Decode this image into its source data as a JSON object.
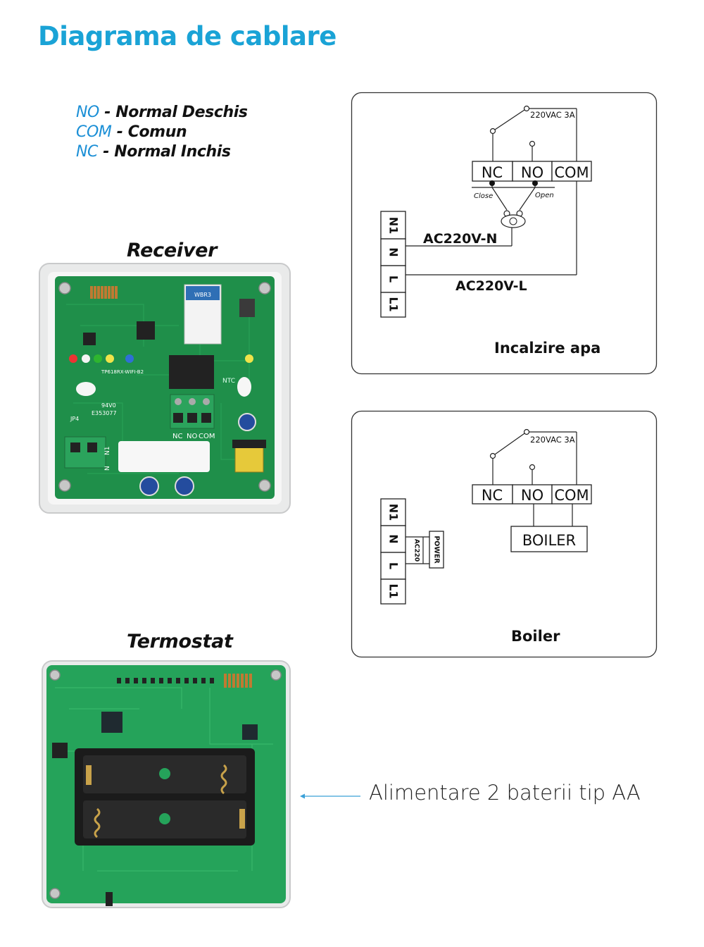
{
  "title": "Diagrama de cablare",
  "legend": [
    {
      "abbr": "NO",
      "desc": " - Normal Deschis"
    },
    {
      "abbr": "COM",
      "desc": " - Comun"
    },
    {
      "abbr": "NC",
      "desc": " - Normal Inchis"
    }
  ],
  "receiver": {
    "label": "Receiver",
    "board": {
      "module_label": "WBR3",
      "model_text": "TP618RX-WIFI-B2",
      "cert_text": "94V0",
      "cert_code": "E353077",
      "ntc_label": "NTC",
      "jp4_label": "JP4",
      "terminal_labels": [
        "NC",
        "NO",
        "COM"
      ],
      "left_terminal_labels": [
        "N1",
        "N"
      ]
    }
  },
  "termostat": {
    "label": "Termostat"
  },
  "diagram_water": {
    "caption": "Incalzire apa",
    "relay_rating": "220VAC 3A",
    "contacts": [
      "NC",
      "NO",
      "COM"
    ],
    "close_label": "Close",
    "open_label": "Open",
    "terminals": [
      "N1",
      "N",
      "L",
      "L1"
    ],
    "neutral_label": "AC220V-N",
    "line_label": "AC220V-L"
  },
  "diagram_boiler": {
    "caption": "Boiler",
    "relay_rating": "220VAC 3A",
    "contacts": [
      "NC",
      "NO",
      "COM"
    ],
    "load_label": "BOILER",
    "terminals": [
      "N1",
      "N",
      "L",
      "L1"
    ],
    "power_label": "POWER",
    "ac_label": "AC220"
  },
  "battery_note": "Alimentare 2 baterii tip AA",
  "colors": {
    "title": "#1aa3d6",
    "legend_abbr": "#1b8fd6",
    "pcb_green": "#1f8f4a",
    "arrow": "#3aa0d8"
  }
}
